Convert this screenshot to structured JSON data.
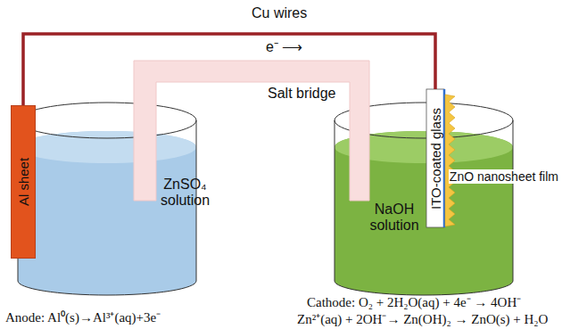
{
  "diagram": {
    "nodes": [
      {
        "text": [
          "Al sheet"
        ]
      },
      {
        "text": [
          "ITO-coated glass"
        ]
      }
    ],
    "edges": [
      {
        "from": 0,
        "to": 1,
        "arrow": "none"
      }
    ],
    "labels": [
      "Cu wires",
      "e⁻ ⟶",
      "Salt bridge",
      "ZnSO₄ solution",
      "NaOH solution",
      "ZnO nanosheet film",
      "Cathode: O₂ + 2H₂O(aq) + 4e⁻ → 4OH⁻",
      "Anode: Al⁰(s)→Al³⁺(aq)+3e⁻",
      "Zn²⁺(aq) + 2OH⁻→ Zn(OH)₂ → ZnO(s) + H₂O"
    ]
  }
}
